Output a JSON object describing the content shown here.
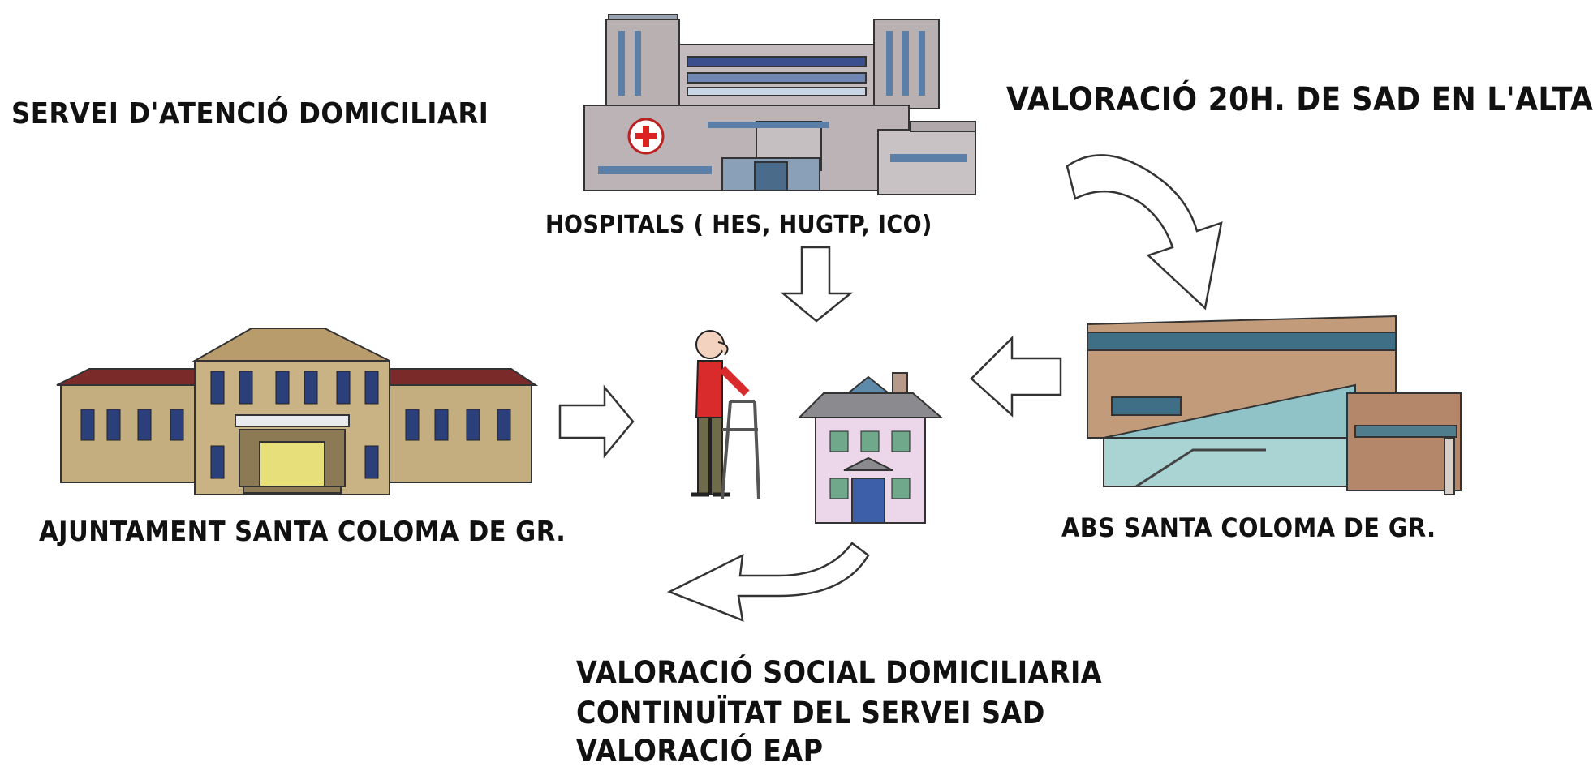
{
  "title": "SERVEI D'ATENCIÓ DOMICILIARI",
  "top_right_note": "VALORACIÓ 20H. DE SAD EN L'ALTA",
  "nodes": {
    "hospitals": "HOSPITALS ( HES, HUGTP, ICO)",
    "ajuntament": "AJUNTAMENT SANTA COLOMA DE GR.",
    "abs": "ABS SANTA COLOMA DE GR."
  },
  "bottom_notes": [
    "VALORACIÓ SOCIAL DOMICILIARIA",
    "CONTINUÏTAT DEL SERVEI SAD",
    "VALORACIÓ EAP"
  ],
  "icons": [
    "hospital-building-icon",
    "town-hall-icon",
    "health-center-icon",
    "elderly-person-icon",
    "house-icon"
  ],
  "colors": {
    "ink": "#111111",
    "building_tan": "#b8a57a",
    "hospital_grey": "#b7aeb0",
    "wood": "#b88c6a",
    "glass": "#6fa8b5",
    "shirt_red": "#d92b2b",
    "house_pink": "#ecd6ea"
  }
}
